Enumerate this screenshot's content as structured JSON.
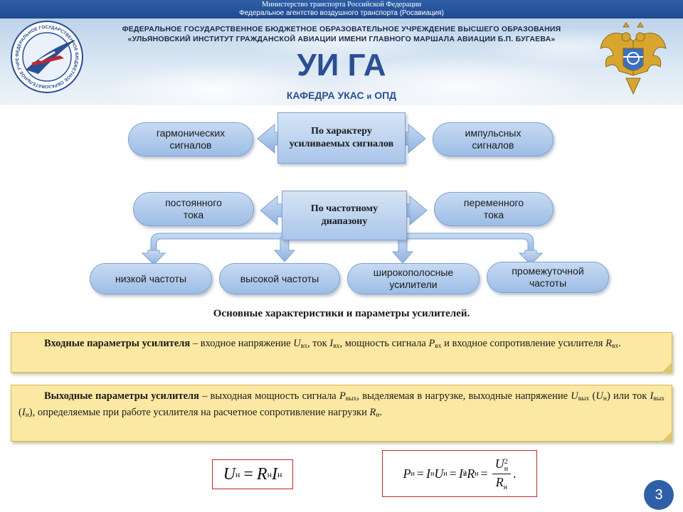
{
  "header": {
    "ministry": "Министерство транспорта Российской Федерации",
    "agency": "Федеральное агентство воздушного транспорта (Росавиация)",
    "institution_line1": "ФЕДЕРАЛЬНОЕ ГОСУДАРСТВЕННОЕ БЮДЖЕТНОЕ ОБРАЗОВАТЕЛЬНОЕ УЧРЕЖДЕНИЕ ВЫСШЕГО ОБРАЗОВАНИЯ",
    "institution_line2": "«УЛЬЯНОВСКИЙ ИНСТИТУТ ГРАЖДАНСКОЙ АВИАЦИИ ИМЕНИ ГЛАВНОГО МАРШАЛА АВИАЦИИ Б.П. БУГАЕВА»",
    "abbreviation": "УИ ГА",
    "department_a": "КАФЕДРА УКАС ",
    "department_and": "и",
    "department_b": " ОПД",
    "logo_text": "ФЕДЕРАЛЬНОЕ ГОСУДАРСТВЕННОЕ БЮДЖЕТНОЕ ОБРАЗОВАТЕЛЬНОЕ УЧРЕЖДЕНИЕ УЛЬЯНОВСКИЙ ИНСТИТУТ ГРАЖДАНСКОЙ АВИАЦИИ"
  },
  "diagram": {
    "row1": {
      "center": "По характеру усиливаемых сигналов",
      "left": "гармонических сигналов",
      "right": "импульсных сигналов"
    },
    "row2": {
      "center": "По частотному диапазону",
      "left": "постоянного тока",
      "right": "переменного тока"
    },
    "row3": [
      "низкой частоты",
      "высокой частоты",
      "широкополосные усилители",
      "промежуточной частоты"
    ]
  },
  "section_title": "Основные характеристики и параметры усилителей.",
  "input_params": {
    "term": "Входные параметры усилителя",
    "t1": " – входное напряжение ",
    "U": "U",
    "sub_vx": "вх",
    "t2": ", ток ",
    "I": "I",
    "t3": ", мощность сигнала ",
    "P": "P",
    "t4": " и входное сопротивление усилителя ",
    "R": "R",
    "t5": "."
  },
  "output_params": {
    "term": "Выходные параметры усилителя",
    "t1": " – выходная мощность сигнала ",
    "P": "P",
    "sub_vyx": "вых",
    "t2": ", выделяемая в нагрузке, выходные напряжение ",
    "U": "U",
    "t3": " (",
    "Un": "U",
    "sub_n": "н",
    "t4": ") или ток ",
    "I": "I",
    "t5": " (",
    "In": "I",
    "t6": "), определяемые при работе усилителя на расчетное сопротивление нагрузки ",
    "R": "R",
    "t7": "."
  },
  "formula1": {
    "U": "U",
    "R": "R",
    "I": "I",
    "sub": "н",
    "eq": "="
  },
  "formula2": {
    "P": "P",
    "I": "I",
    "U": "U",
    "R": "R",
    "sub": "н",
    "eq": "=",
    "sq": "2",
    "end": "."
  },
  "page_number": "3",
  "colors": {
    "topbar": "#2f5fa8",
    "accent_blue": "#2a4f93",
    "pill": "#9dbde6",
    "note_bg": "#fbe8a2",
    "formula_border": "#c0272d"
  }
}
